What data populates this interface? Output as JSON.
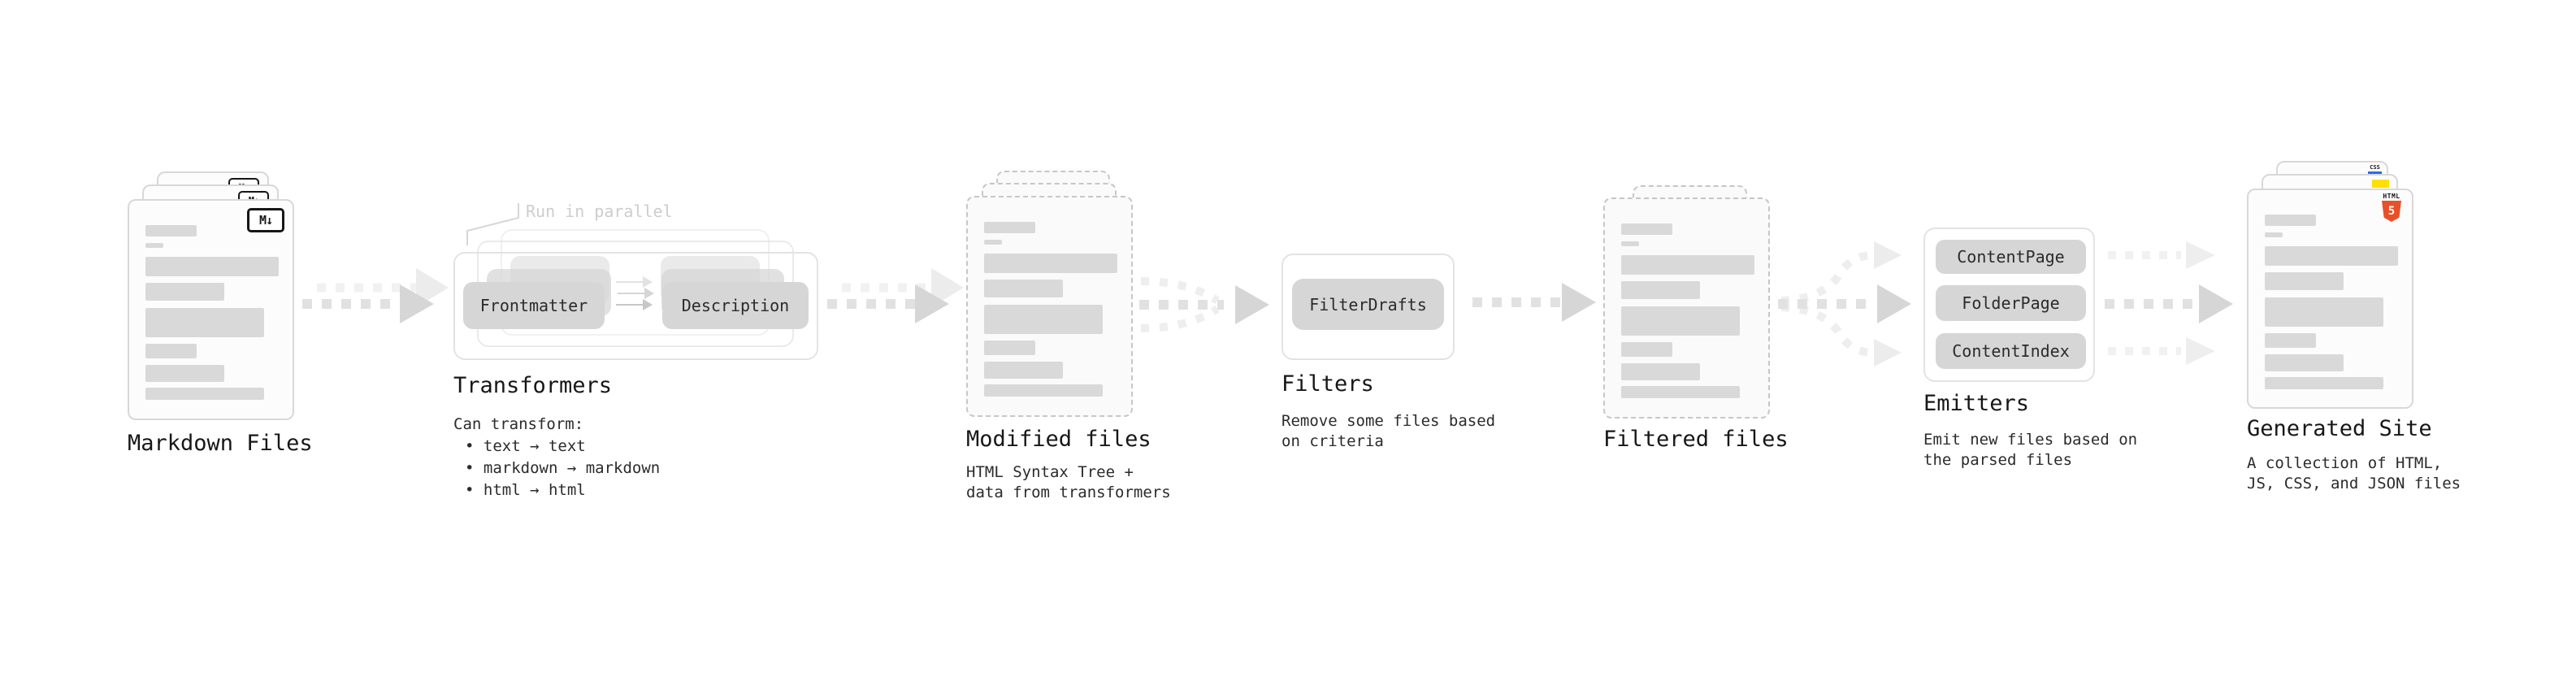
{
  "markdown_files": {
    "title": "Markdown Files",
    "badge": "M↓"
  },
  "transformers": {
    "title": "Transformers",
    "annotation": "Run in parallel",
    "chip_left": "Frontmatter",
    "chip_right": "Description",
    "caption": "Can transform:",
    "bullets": [
      "• text → text",
      "• markdown → markdown",
      "• html → html"
    ]
  },
  "modified_files": {
    "title": "Modified files",
    "caption": [
      "HTML Syntax Tree +",
      "data from transformers"
    ]
  },
  "filters": {
    "title": "Filters",
    "chip": "FilterDrafts",
    "caption": [
      "Remove some files based",
      "on criteria"
    ]
  },
  "filtered_files": {
    "title": "Filtered files"
  },
  "emitters": {
    "title": "Emitters",
    "chips": [
      "ContentPage",
      "FolderPage",
      "ContentIndex"
    ],
    "caption": [
      "Emit new files based on",
      "the parsed files"
    ]
  },
  "generated_site": {
    "title": "Generated Site",
    "caption": [
      "A collection of HTML,",
      "JS, CSS, and JSON files"
    ],
    "badges": {
      "css": "CSS",
      "html_label": "HTML",
      "html_number": "5"
    }
  },
  "colors": {
    "html5_orange": "#e8502a",
    "js_yellow": "#ffe000",
    "css_blue": "#2b6bea",
    "chip_gray": "#d6d6d6",
    "bar_gray": "#d9d9d9",
    "arrow_dark": "#d6d6d6",
    "arrow_light": "#ececec"
  }
}
